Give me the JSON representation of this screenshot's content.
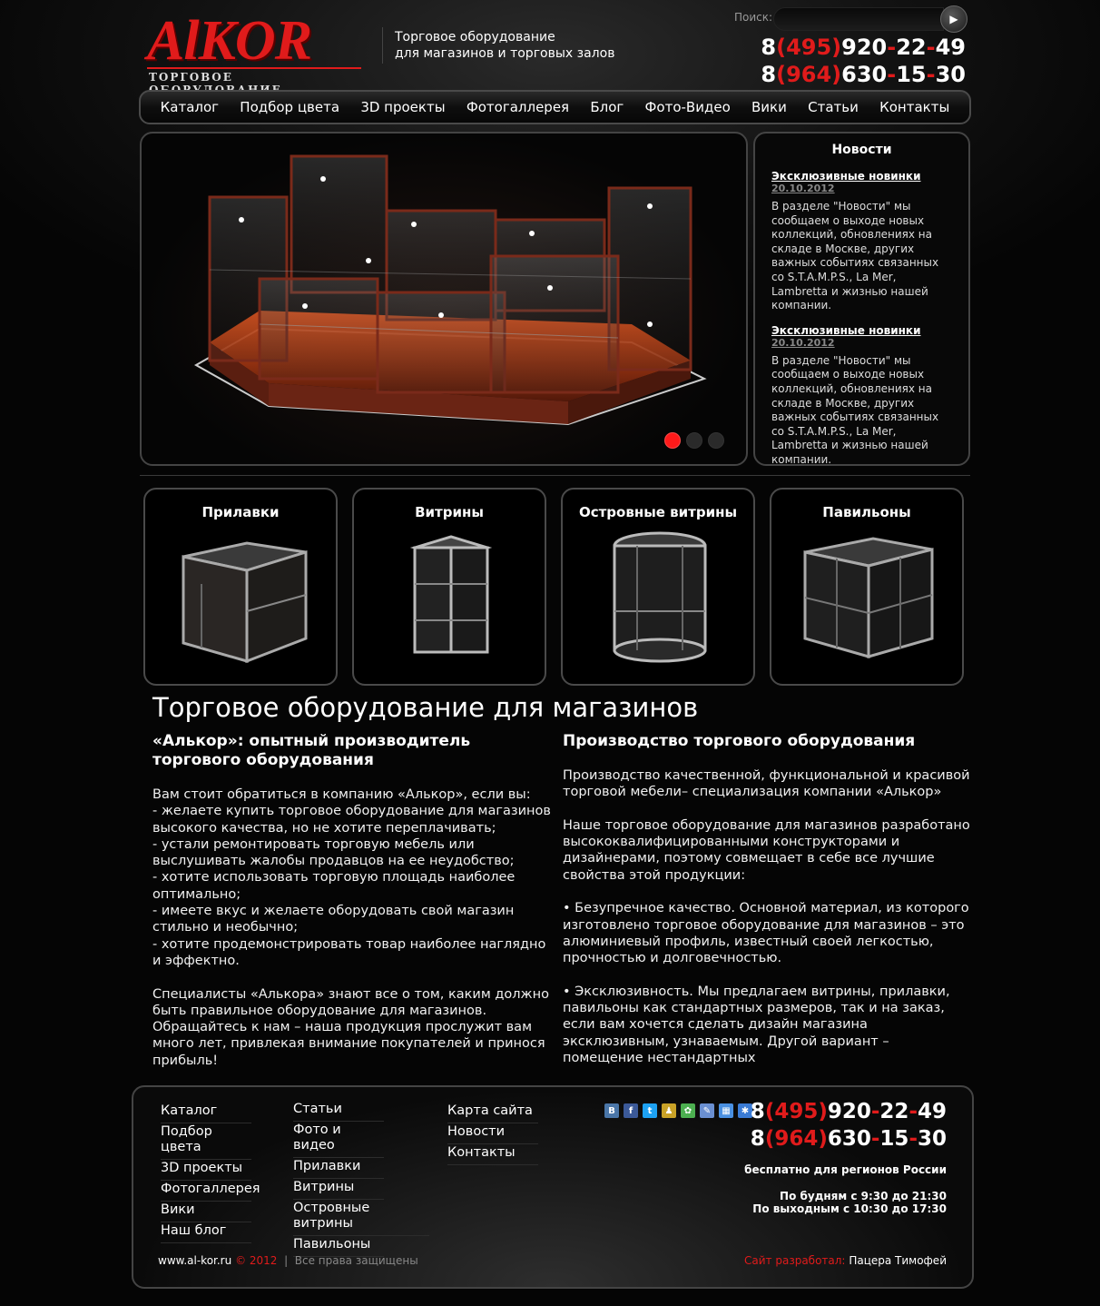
{
  "header": {
    "logo_text": "AlKOR",
    "logo_sub": "ТОРГОВОЕ ОБОРУДОВАНИЕ",
    "tagline_line1": "Торговое оборудование",
    "tagline_line2": "для магазинов и торговых залов",
    "search_label": "Поиск:",
    "search_value": "",
    "phone1": {
      "p1": "8",
      "p2": "(495)",
      "p3": "920",
      "p4": "-",
      "p5": "22",
      "p6": "-",
      "p7": "49"
    },
    "phone2": {
      "p1": "8",
      "p2": "(964)",
      "p3": "630",
      "p4": "-",
      "p5": "15",
      "p6": "-",
      "p7": "30"
    }
  },
  "nav": [
    {
      "label": "Каталог"
    },
    {
      "label": "Подбор цвета"
    },
    {
      "label": "3D проекты"
    },
    {
      "label": "Фотогаллерея"
    },
    {
      "label": "Блог"
    },
    {
      "label": "Фото-Видео"
    },
    {
      "label": "Вики"
    },
    {
      "label": "Статьи"
    },
    {
      "label": "Контакты"
    }
  ],
  "slider": {
    "active_index": 0,
    "count": 3
  },
  "news": {
    "title": "Новости",
    "items": [
      {
        "head": "Эксклюзивные новинки",
        "date": "20.10.2012",
        "text": "В разделе \"Новости\" мы сообщаем о выходе новых коллекций, обновлениях на складе в Москве, других важных событиях связанных со S.T.A.M.P.S., La Mer, Lambretta и жизнью нашей компании."
      },
      {
        "head": "Эксклюзивные новинки",
        "date": "20.10.2012",
        "text": "В разделе \"Новости\" мы сообщаем о выходе новых коллекций, обновлениях на складе в Москве, других важных событиях связанных со S.T.A.M.P.S., La Mer, Lambretta и жизнью нашей компании."
      }
    ]
  },
  "tiles": [
    {
      "title": "Прилавки"
    },
    {
      "title": "Витрины"
    },
    {
      "title": "Островные витрины"
    },
    {
      "title": "Павильоны"
    }
  ],
  "main": {
    "title": "Торговое оборудование для магазинов",
    "left_heading": " «Алькор»: опытный производитель торгового оборудования",
    "left_body": "Вам стоит обратиться в компанию «Алькор», если вы:\n - желаете купить торговое оборудование для магазинов высокого качества, но не хотите переплачивать;\n- устали ремонтировать торговую мебель или выслушивать жалобы продавцов на ее неудобство;\n- хотите использовать торговую площадь наиболее оптимально;\n- имеете вкус и желаете оборудовать свой магазин стильно и необычно;\n- хотите продемонстрировать товар наиболее наглядно и эффектно.\n\nСпециалисты «Алькора» знают все о том, каким должно быть правильное оборудование для магазинов. Обращайтесь к нам – наша продукция прослужит вам много лет, привлекая внимание покупателей и принося прибыль!",
    "right_heading": "Производство торгового оборудования",
    "right_body": "Производство качественной, функциональной и красивой торговой мебели– специализация компании «Алькор»\n\nНаше торговое оборудование для магазинов разработано высококвалифицированными конструкторами и дизайнерами, поэтому совмещает в себе все лучшие свойства этой продукции:\n\n• Безупречное качество. Основной материал, из которого изготовлено торговое оборудование для магазинов – это алюминиевый профиль, известный своей легкостью, прочностью и долговечностью.\n\n• Эксклюзивность. Мы предлагаем витрины, прилавки, павильоны как стандартных размеров, так и на заказ, если вам хочется сделать дизайн магазина эксклюзивным, узнаваемым. Другой вариант – помещение нестандартных"
  },
  "footer": {
    "col1": [
      "Каталог",
      "Подбор цвета",
      "3D проекты",
      "Фотогаллерея",
      "Вики",
      "Наш блог"
    ],
    "col2": [
      "Статьи",
      "Фото и видео",
      "Прилавки",
      "Витрины",
      "Островные витрины",
      "Павильоны"
    ],
    "col3": [
      "Карта сайта",
      "Новости",
      "Контакты"
    ],
    "social": [
      {
        "icon": "vk-icon",
        "glyph": "В",
        "color": "#4a76a8"
      },
      {
        "icon": "facebook-icon",
        "glyph": "f",
        "color": "#3b5998"
      },
      {
        "icon": "twitter-icon",
        "glyph": "t",
        "color": "#1da1f2"
      },
      {
        "icon": "people-icon",
        "glyph": "♟",
        "color": "#c9a227"
      },
      {
        "icon": "myworld-icon",
        "glyph": "✿",
        "color": "#4caf50"
      },
      {
        "icon": "pencil-icon",
        "glyph": "✎",
        "color": "#6a8fd1"
      },
      {
        "icon": "news-icon",
        "glyph": "▦",
        "color": "#4a90e2"
      },
      {
        "icon": "gear-icon",
        "glyph": "✱",
        "color": "#3a7bd5"
      }
    ],
    "phone1": {
      "p1": "8",
      "p2": "(495)",
      "p3": "920",
      "p4": "-",
      "p5": "22",
      "p6": "-",
      "p7": "49"
    },
    "phone2": {
      "p1": "8",
      "p2": "(964)",
      "p3": "630",
      "p4": "-",
      "p5": "15",
      "p6": "-",
      "p7": "30"
    },
    "note": "бесплатно для регионов России",
    "hours1": "По будням с 9:30 до 21:30",
    "hours2": "По выходным с 10:30 до 17:30",
    "site": "www.al-kor.ru",
    "copy": "© 2012",
    "sep": "|",
    "rights": "Все права защищены",
    "dev_label": "Сайт разработал:",
    "dev_name": "Пацера Тимофей"
  },
  "colors": {
    "accent": "#e01b1b",
    "bg": "#050505",
    "border": "#444444"
  }
}
